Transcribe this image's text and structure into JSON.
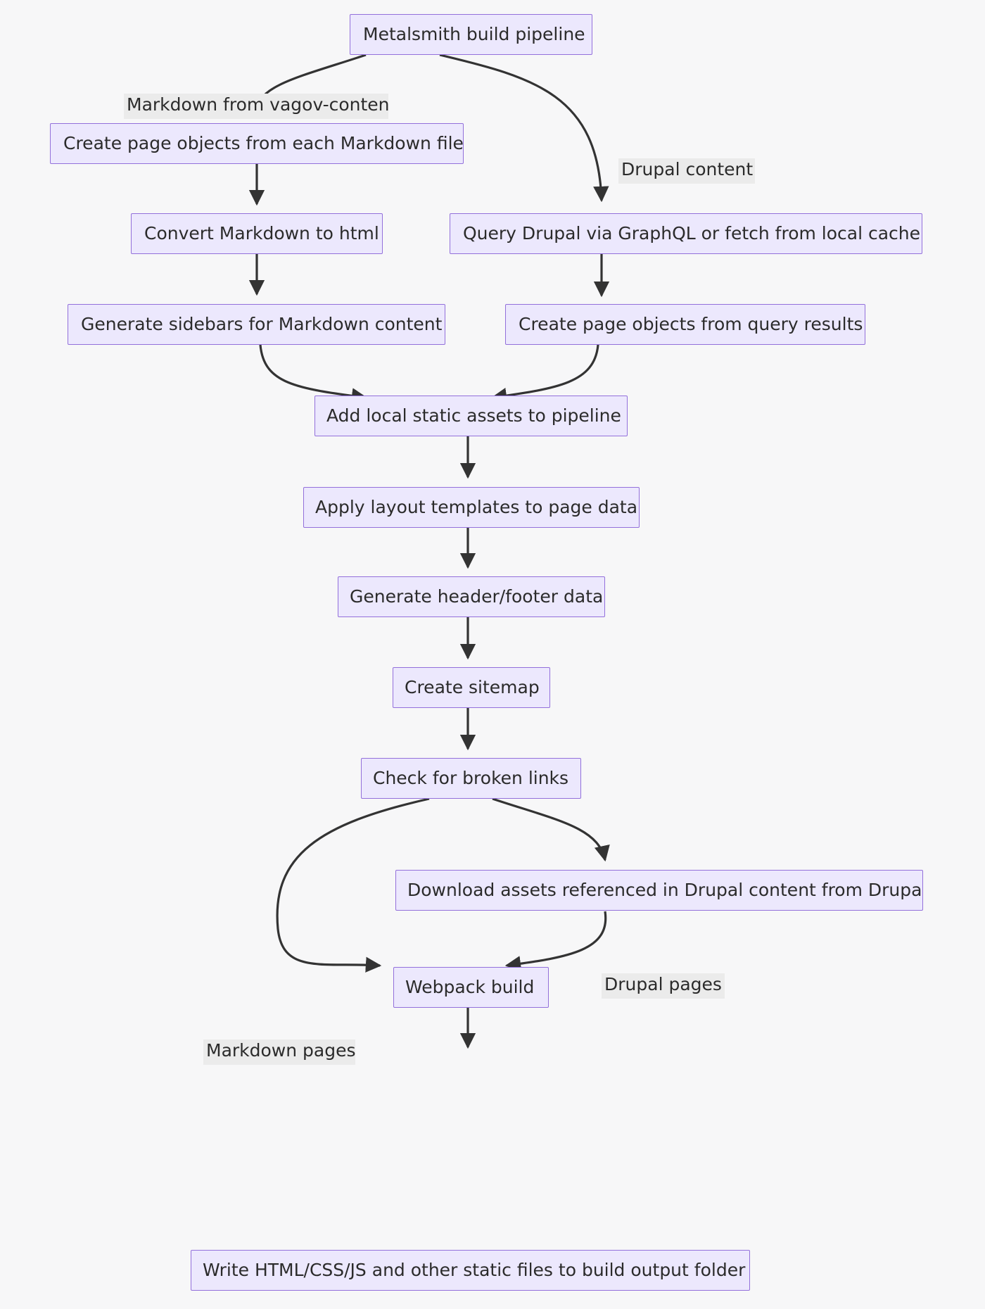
{
  "diagram": {
    "type": "flowchart",
    "direction": "top-to-bottom",
    "title": "Metalsmith build pipeline",
    "background_color": "#F7F7F8",
    "node_fill": "#ECE8FD",
    "node_border": "#9370DB",
    "edge_color": "#333333",
    "edge_label_bg": "#EBEBEB",
    "nodes": [
      {
        "id": "n1",
        "label": "Metalsmith build pipeline"
      },
      {
        "id": "n2",
        "label": "Create page objects from each Markdown file"
      },
      {
        "id": "n3",
        "label": "Convert Markdown to html"
      },
      {
        "id": "n4",
        "label": "Generate sidebars for Markdown content"
      },
      {
        "id": "n5",
        "label": "Query Drupal via GraphQL or fetch from local cache"
      },
      {
        "id": "n6",
        "label": "Create page objects from query results"
      },
      {
        "id": "n7",
        "label": "Add local static assets to pipeline"
      },
      {
        "id": "n8",
        "label": "Apply layout templates to page data"
      },
      {
        "id": "n9",
        "label": "Generate header/footer data"
      },
      {
        "id": "n10",
        "label": "Create sitemap"
      },
      {
        "id": "n11",
        "label": "Check for broken links"
      },
      {
        "id": "n12",
        "label": "Download assets referenced in Drupal content from Drupal"
      },
      {
        "id": "n13",
        "label": "Webpack build"
      },
      {
        "id": "n14",
        "label": "Write HTML/CSS/JS and other static files to build output folder"
      }
    ],
    "edges": [
      {
        "from": "n1",
        "to": "n2",
        "label": "Markdown from vagov-content"
      },
      {
        "from": "n1",
        "to": "n5",
        "label": "Drupal content"
      },
      {
        "from": "n2",
        "to": "n3",
        "label": ""
      },
      {
        "from": "n3",
        "to": "n4",
        "label": ""
      },
      {
        "from": "n5",
        "to": "n6",
        "label": ""
      },
      {
        "from": "n4",
        "to": "n7",
        "label": ""
      },
      {
        "from": "n6",
        "to": "n7",
        "label": ""
      },
      {
        "from": "n7",
        "to": "n8",
        "label": ""
      },
      {
        "from": "n8",
        "to": "n9",
        "label": ""
      },
      {
        "from": "n9",
        "to": "n10",
        "label": ""
      },
      {
        "from": "n10",
        "to": "n11",
        "label": ""
      },
      {
        "from": "n11",
        "to": "n12",
        "label": "Drupal pages"
      },
      {
        "from": "n11",
        "to": "n13",
        "label": "Markdown pages"
      },
      {
        "from": "n12",
        "to": "n13",
        "label": ""
      },
      {
        "from": "n13",
        "to": "n14",
        "label": ""
      }
    ],
    "edge_labels": {
      "markdown_from_vagov_content": "Markdown from vagov-content",
      "drupal_content": "Drupal content",
      "drupal_pages": "Drupal pages",
      "markdown_pages": "Markdown pages"
    }
  }
}
